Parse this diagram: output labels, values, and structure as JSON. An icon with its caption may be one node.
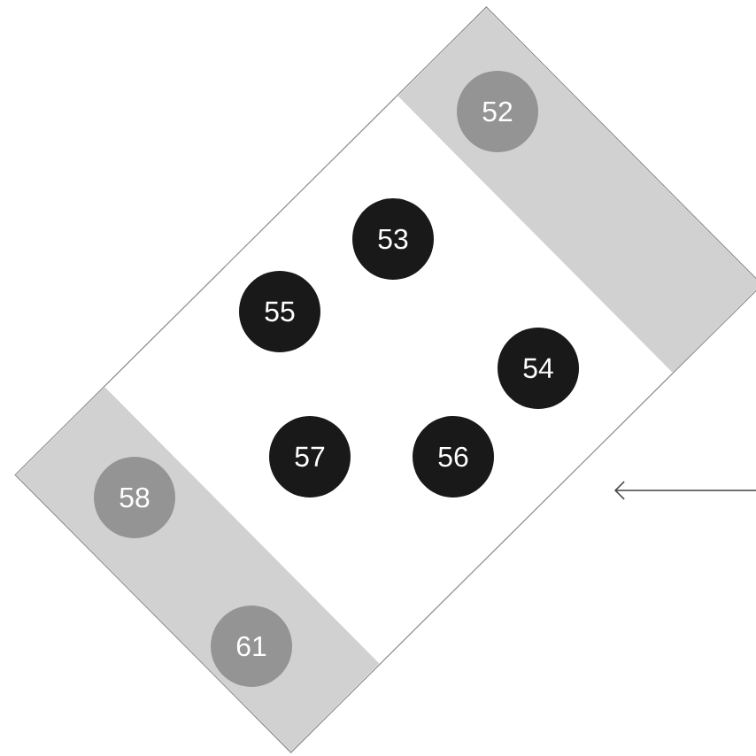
{
  "diagram": {
    "nodes": [
      {
        "text": [],
        "shape": "box"
      },
      {
        "text": [],
        "shape": "band",
        "in": 0
      },
      {
        "text": [],
        "shape": "band",
        "in": 0
      },
      {
        "text": [
          "52"
        ],
        "in": 1
      },
      {
        "text": [
          "53"
        ],
        "in": 0
      },
      {
        "text": [
          "55"
        ],
        "in": 0
      },
      {
        "text": [
          "54"
        ],
        "in": 0
      },
      {
        "text": [
          "57"
        ],
        "in": 0
      },
      {
        "text": [
          "56"
        ],
        "in": 0
      },
      {
        "text": [
          "58"
        ],
        "in": 2
      },
      {
        "text": [
          "61"
        ],
        "in": 2
      }
    ]
  }
}
